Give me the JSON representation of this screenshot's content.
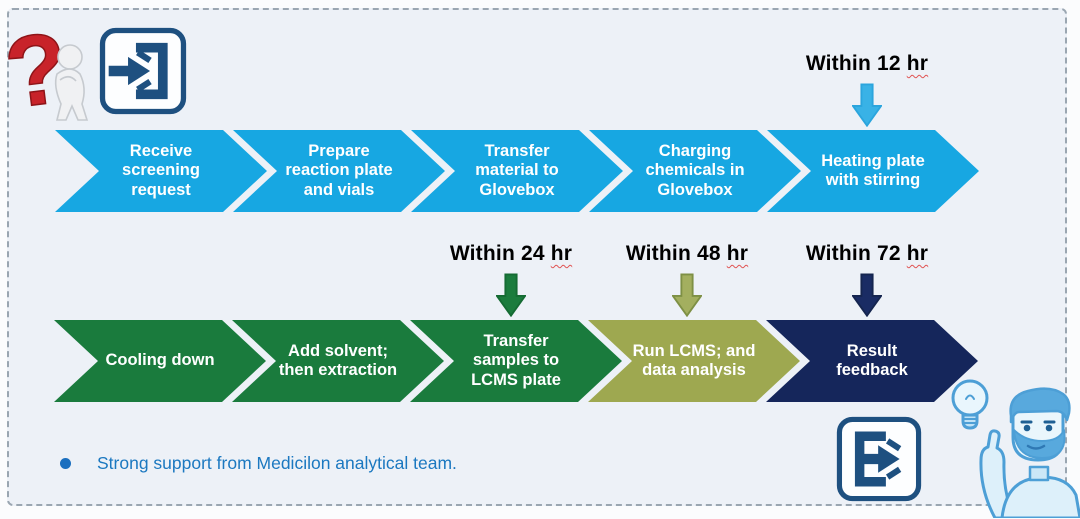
{
  "colors": {
    "board_bg": "#EDF1F7",
    "board_border_dash": "#9AA6B1",
    "row1_cyan": "#17A7E2",
    "row2_green": "#1A7B3D",
    "row2_olive": "#9EA850",
    "row2_navy": "#15265B",
    "annotation_text": "#000000",
    "footnote_text": "#1B78C0",
    "icon_dark_blue": "#1E5080",
    "question_red": "#C8232A",
    "man_outline_blue": "#4D9FD6"
  },
  "flow": {
    "rows": [
      {
        "id": "row1",
        "name": "flow-row-top",
        "steps": [
          {
            "label": "Receive screening request",
            "color": "#17A7E2"
          },
          {
            "label": "Prepare reaction plate and vials",
            "color": "#17A7E2"
          },
          {
            "label": "Transfer material to Glovebox",
            "color": "#17A7E2"
          },
          {
            "label": "Charging chemicals in Glovebox",
            "color": "#17A7E2"
          },
          {
            "label": "Heating plate with stirring",
            "color": "#17A7E2"
          }
        ]
      },
      {
        "id": "row2",
        "name": "flow-row-bottom",
        "steps": [
          {
            "label": "Cooling down",
            "color": "#1A7B3D"
          },
          {
            "label": "Add solvent; then extraction",
            "color": "#1A7B3D"
          },
          {
            "label": "Transfer samples to LCMS plate",
            "color": "#1A7B3D"
          },
          {
            "label": "Run LCMS; and data analysis",
            "color": "#9EA850"
          },
          {
            "label": "Result feedback",
            "color": "#15265B"
          }
        ]
      }
    ]
  },
  "annotations": [
    {
      "main": "Within 12",
      "unit": "hr",
      "arrow_fill": "#39B2E6",
      "arrow_stroke": "#2BA5DD"
    },
    {
      "main": "Within 24",
      "unit": "hr",
      "arrow_fill": "#1B7C3D",
      "arrow_stroke": "#156B33"
    },
    {
      "main": "Within 48",
      "unit": "hr",
      "arrow_fill": "#A3AF5F",
      "arrow_stroke": "#7E9045"
    },
    {
      "main": "Within 72",
      "unit": "hr",
      "arrow_fill": "#1A2C64",
      "arrow_stroke": "#15254F"
    }
  ],
  "footnote": {
    "text": "Strong support from Medicilon analytical team."
  },
  "icons": {
    "top_left": [
      "question-figure",
      "enter-arrow-icon"
    ],
    "bottom_right": [
      "exit-arrow-icon",
      "idea-bulb-icon",
      "thinking-man"
    ]
  }
}
